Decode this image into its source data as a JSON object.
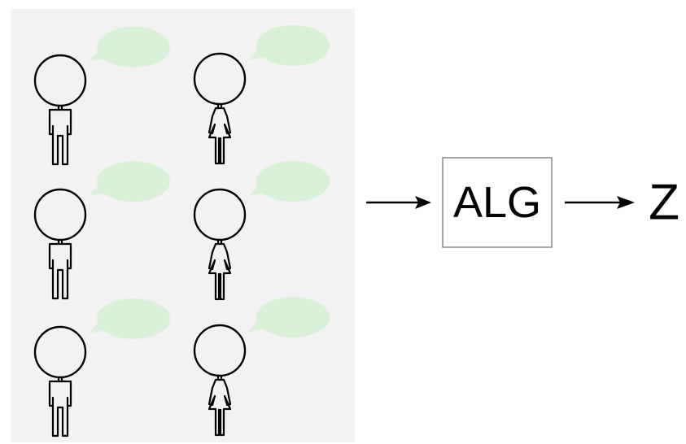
{
  "diagram": {
    "algorithm_label": "ALG",
    "output_label": "Z",
    "people": [
      {
        "kind": "man"
      },
      {
        "kind": "woman"
      },
      {
        "kind": "man"
      },
      {
        "kind": "woman"
      },
      {
        "kind": "man"
      },
      {
        "kind": "woman"
      }
    ],
    "colors": {
      "panel": "#f2f2f2",
      "speech_bubble": "#d9f0d9",
      "stroke": "#000000",
      "box_border": "#888888"
    }
  }
}
